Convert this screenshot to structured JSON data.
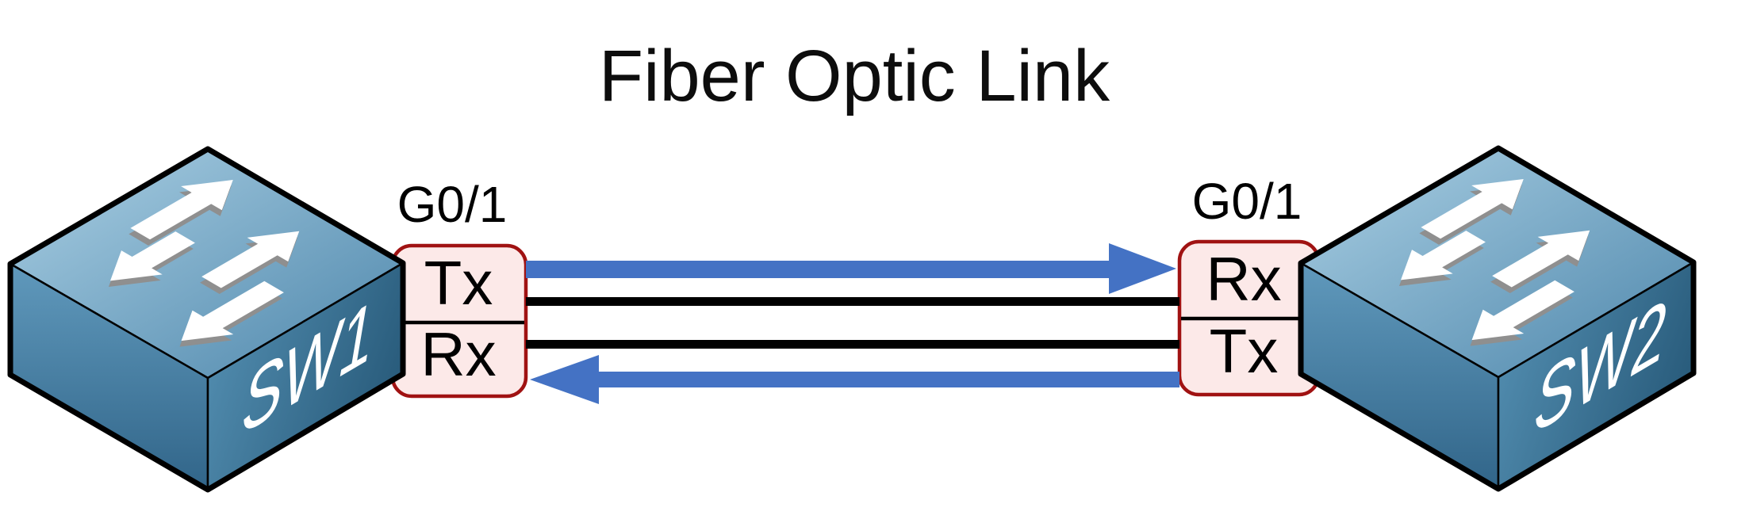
{
  "title": "Fiber Optic Link",
  "left_switch": {
    "name": "SW1",
    "port_label": "G0/1",
    "port_top": "Tx",
    "port_bottom": "Rx"
  },
  "right_switch": {
    "name": "SW2",
    "port_label": "G0/1",
    "port_top": "Rx",
    "port_bottom": "Tx"
  },
  "link": {
    "fiber_strands": 2,
    "top_signal": "SW1 Tx to SW2 Rx (rightward arrow)",
    "bottom_signal": "SW2 Tx to SW1 Rx (leftward arrow)"
  },
  "colors": {
    "signal_blue": "#4472c4",
    "fiber_black": "#000000",
    "port_fill": "#fce9e8",
    "port_border": "#a01212",
    "switch_light": "#abd0e4",
    "switch_dark": "#2a5d7d"
  }
}
